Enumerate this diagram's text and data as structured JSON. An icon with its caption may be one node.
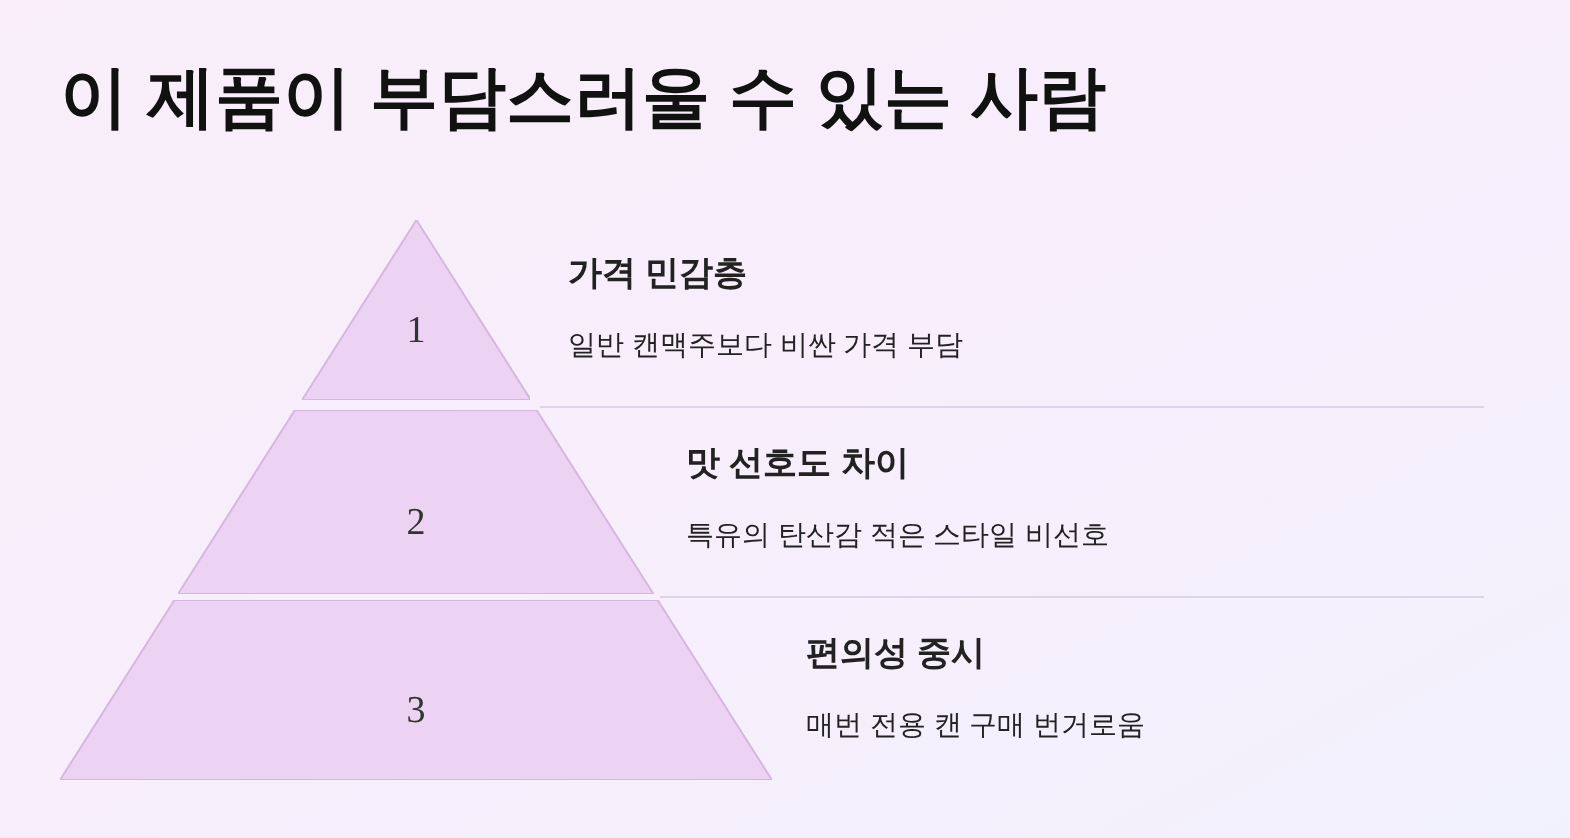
{
  "diagram": {
    "title": "이 제품이 부담스러울 수 있는 사람",
    "nodes": [
      {
        "text": [
          "1"
        ],
        "beside": [
          "가격 민감층",
          "일반 캔맥주보다 비싼 가격 부담"
        ]
      },
      {
        "text": [
          "2"
        ],
        "beside": [
          "맛 선호도 차이",
          "특유의 탄산감 적은 스타일 비선호"
        ]
      },
      {
        "text": [
          "3"
        ],
        "beside": [
          "편의성 중시",
          "매번 전용 캔 구매 번거로움"
        ]
      }
    ]
  }
}
